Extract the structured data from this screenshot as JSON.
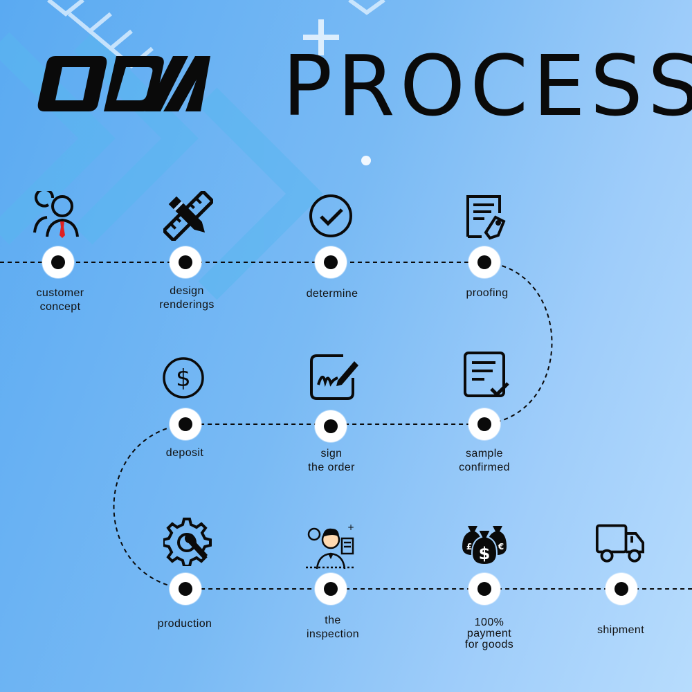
{
  "brand": {
    "logo_text": "ODM"
  },
  "header": {
    "title": "PROCESS"
  },
  "colors": {
    "bg_start": "#5aaaf2",
    "bg_end": "#b7dcfd",
    "ink": "#0a0a0a",
    "node": "#ffffff"
  },
  "steps": [
    {
      "label": "customer\nconcept",
      "icon": "customer-icon"
    },
    {
      "label": "design\nrenderings",
      "icon": "pencil-ruler-icon"
    },
    {
      "label": "determine",
      "icon": "check-circle-icon"
    },
    {
      "label": "proofing",
      "icon": "document-tag-icon"
    },
    {
      "label": "sample\nconfirmed",
      "icon": "document-check-icon"
    },
    {
      "label": "sign\nthe order",
      "icon": "signature-icon"
    },
    {
      "label": "deposit",
      "icon": "dollar-circle-icon"
    },
    {
      "label": "production",
      "icon": "gear-wrench-icon"
    },
    {
      "label": "the\ninspection",
      "icon": "inspector-icon"
    },
    {
      "label": "100%\npayment\nfor goods",
      "icon": "money-bags-icon"
    },
    {
      "label": "shipment",
      "icon": "truck-icon"
    }
  ]
}
